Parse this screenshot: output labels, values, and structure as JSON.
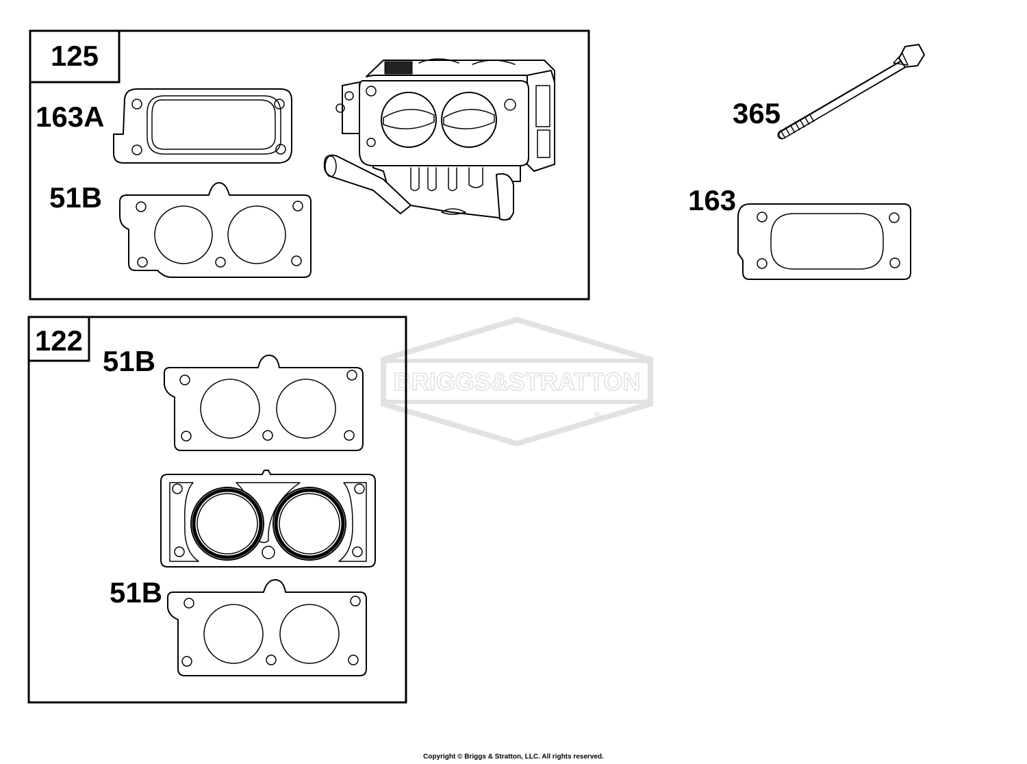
{
  "watermark": {
    "brand_text": "BRIGGS&STRATTON",
    "registered_mark": "®"
  },
  "kits": [
    {
      "number": "125"
    },
    {
      "number": "122"
    }
  ],
  "callouts": {
    "gasket_163a": "163A",
    "gasket_51b_kit125": "51B",
    "bolt_365": "365",
    "gasket_163": "163",
    "gasket_51b_kit122_top": "51B",
    "gasket_51b_kit122_bottom": "51B"
  },
  "footer": {
    "copyright": "Copyright © Briggs & Stratton, LLC. All rights reserved."
  }
}
